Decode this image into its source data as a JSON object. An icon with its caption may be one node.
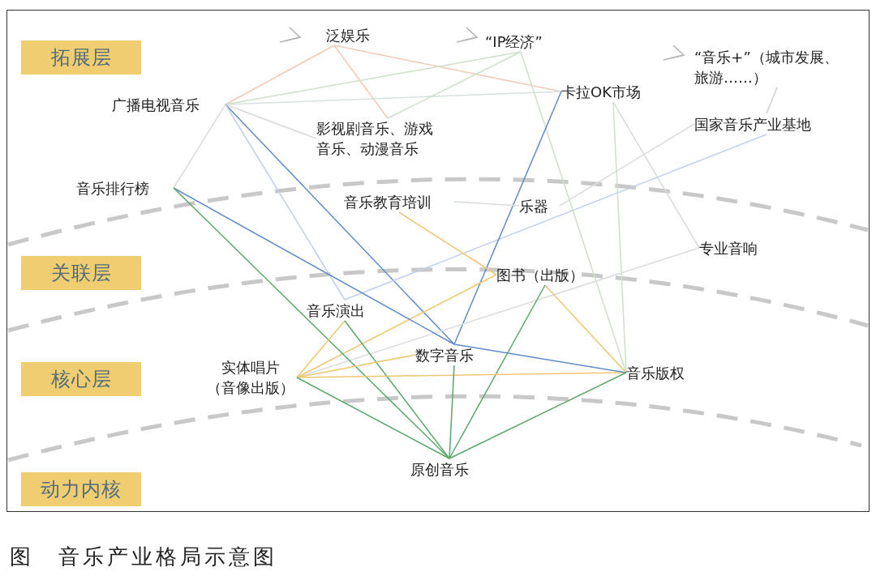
{
  "diagram": {
    "caption": "图　音乐产业格局示意图",
    "nodes": [
      {
        "text": [
          "拓展层"
        ]
      },
      {
        "text": [
          "关联层"
        ]
      },
      {
        "text": [
          "核心层"
        ]
      },
      {
        "text": [
          "动力内核"
        ]
      },
      {
        "text": [
          "泛娱乐"
        ]
      },
      {
        "text": [
          "“IP经济”"
        ]
      },
      {
        "text": [
          "“音乐+”（城市发展、旅游……）"
        ]
      },
      {
        "text": [
          "广播电视音乐"
        ]
      },
      {
        "text": [
          "卡拉OK市场"
        ]
      },
      {
        "text": [
          "影视剧音乐、游戏音乐、动漫音乐"
        ]
      },
      {
        "text": [
          "国家音乐产业基地"
        ]
      },
      {
        "text": [
          "音乐排行榜"
        ]
      },
      {
        "text": [
          "音乐教育培训"
        ]
      },
      {
        "text": [
          "乐器"
        ]
      },
      {
        "text": [
          "专业音响"
        ]
      },
      {
        "text": [
          "图书（出版）"
        ]
      },
      {
        "text": [
          "音乐演出"
        ]
      },
      {
        "text": [
          "实体唱片（音像出版）"
        ]
      },
      {
        "text": [
          "数字音乐"
        ]
      },
      {
        "text": [
          "音乐版权"
        ]
      },
      {
        "text": [
          "原创音乐"
        ]
      }
    ],
    "edges": [
      {
        "from": 4,
        "to": 7,
        "arrow": "none",
        "color": "#f3c9b4"
      },
      {
        "from": 4,
        "to": 9,
        "arrow": "none",
        "color": "#f3c9b4"
      },
      {
        "from": 4,
        "to": 8,
        "arrow": "none",
        "color": "#f3c9b4"
      },
      {
        "from": 7,
        "to": 5,
        "arrow": "none",
        "color": "#cde0c9"
      },
      {
        "from": 7,
        "to": 8,
        "arrow": "none",
        "color": "#d6e3da"
      },
      {
        "from": 9,
        "to": 5,
        "arrow": "none",
        "color": "#cde0c9"
      },
      {
        "from": 7,
        "to": 9,
        "arrow": "none",
        "color": "#d9d9d9"
      },
      {
        "from": 7,
        "to": 11,
        "arrow": "none",
        "color": "#dcdcdc"
      },
      {
        "from": 7,
        "to": 18,
        "arrow": "none",
        "color": "#5f8cc6"
      },
      {
        "from": 7,
        "to": 16,
        "arrow": "none",
        "color": "#c2cfe8"
      },
      {
        "from": 16,
        "to": 10,
        "arrow": "none",
        "color": "#c2cfe8"
      },
      {
        "from": 5,
        "to": 19,
        "arrow": "none",
        "color": "#cde0c9"
      },
      {
        "from": 8,
        "to": 18,
        "arrow": "none",
        "color": "#5f8cc6"
      },
      {
        "from": 8,
        "to": 19,
        "arrow": "none",
        "color": "#cde0c9"
      },
      {
        "from": 8,
        "to": 14,
        "arrow": "none",
        "color": "#d6dcd6"
      },
      {
        "from": 17,
        "to": 14,
        "arrow": "none",
        "color": "#dcdcdc"
      },
      {
        "from": 13,
        "to": 10,
        "arrow": "none",
        "color": "#dcdcdc"
      },
      {
        "from": 6,
        "to": 10,
        "arrow": "none",
        "color": "#cfcfcf"
      },
      {
        "from": 12,
        "to": 13,
        "arrow": "none",
        "color": "#d6dcd6"
      },
      {
        "from": 12,
        "to": 15,
        "arrow": "none",
        "color": "#efc774"
      },
      {
        "from": 15,
        "to": 17,
        "arrow": "none",
        "color": "#efc774"
      },
      {
        "from": 15,
        "to": 19,
        "arrow": "none",
        "color": "#efc774"
      },
      {
        "from": 15,
        "to": 20,
        "arrow": "none",
        "color": "#5aa76b"
      },
      {
        "from": 11,
        "to": 18,
        "arrow": "none",
        "color": "#5f8cc6"
      },
      {
        "from": 11,
        "to": 20,
        "arrow": "none",
        "color": "#5aa76b"
      },
      {
        "from": 16,
        "to": 17,
        "arrow": "none",
        "color": "#efc774"
      },
      {
        "from": 16,
        "to": 20,
        "arrow": "none",
        "color": "#5aa76b"
      },
      {
        "from": 17,
        "to": 18,
        "arrow": "none",
        "color": "#efc774"
      },
      {
        "from": 17,
        "to": 19,
        "arrow": "none",
        "color": "#efc774"
      },
      {
        "from": 17,
        "to": 20,
        "arrow": "none",
        "color": "#5aa76b"
      },
      {
        "from": 18,
        "to": 19,
        "arrow": "none",
        "color": "#5f8cc6"
      },
      {
        "from": 18,
        "to": 20,
        "arrow": "none",
        "color": "#5aa76b"
      },
      {
        "from": 19,
        "to": 20,
        "arrow": "none",
        "color": "#5aa76b"
      }
    ]
  }
}
